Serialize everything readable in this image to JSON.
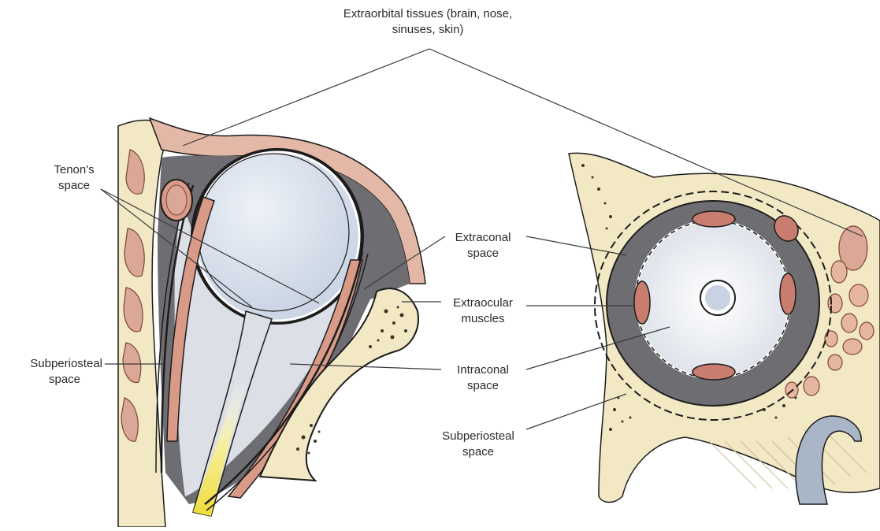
{
  "labels": {
    "extraorbital": {
      "line1": "Extraorbital tissues (brain, nose,",
      "line2": "sinuses, skin)"
    },
    "tenons": {
      "line1": "Tenon's",
      "line2": "space"
    },
    "subperiosteal_left": {
      "line1": "Subperiosteal",
      "line2": "space"
    },
    "extraconal": {
      "line1": "Extraconal",
      "line2": "space"
    },
    "extraocular": {
      "line1": "Extraocular",
      "line2": "muscles"
    },
    "intraconal": {
      "line1": "Intraconal",
      "line2": "space"
    },
    "subperiosteal_right": {
      "line1": "Subperiosteal",
      "line2": "space"
    }
  },
  "colors": {
    "bone": "#f3e8c4",
    "bone_dots": "#3b3525",
    "muscle": "#d99a88",
    "muscle_dark": "#9e5648",
    "extraconal": "#6e6e72",
    "intraconal": "#dcdfe6",
    "globe": "#dce3ee",
    "outline": "#1c1c1c",
    "optic_yellow": "#f2e24a",
    "leader": "#3a3a3a"
  }
}
